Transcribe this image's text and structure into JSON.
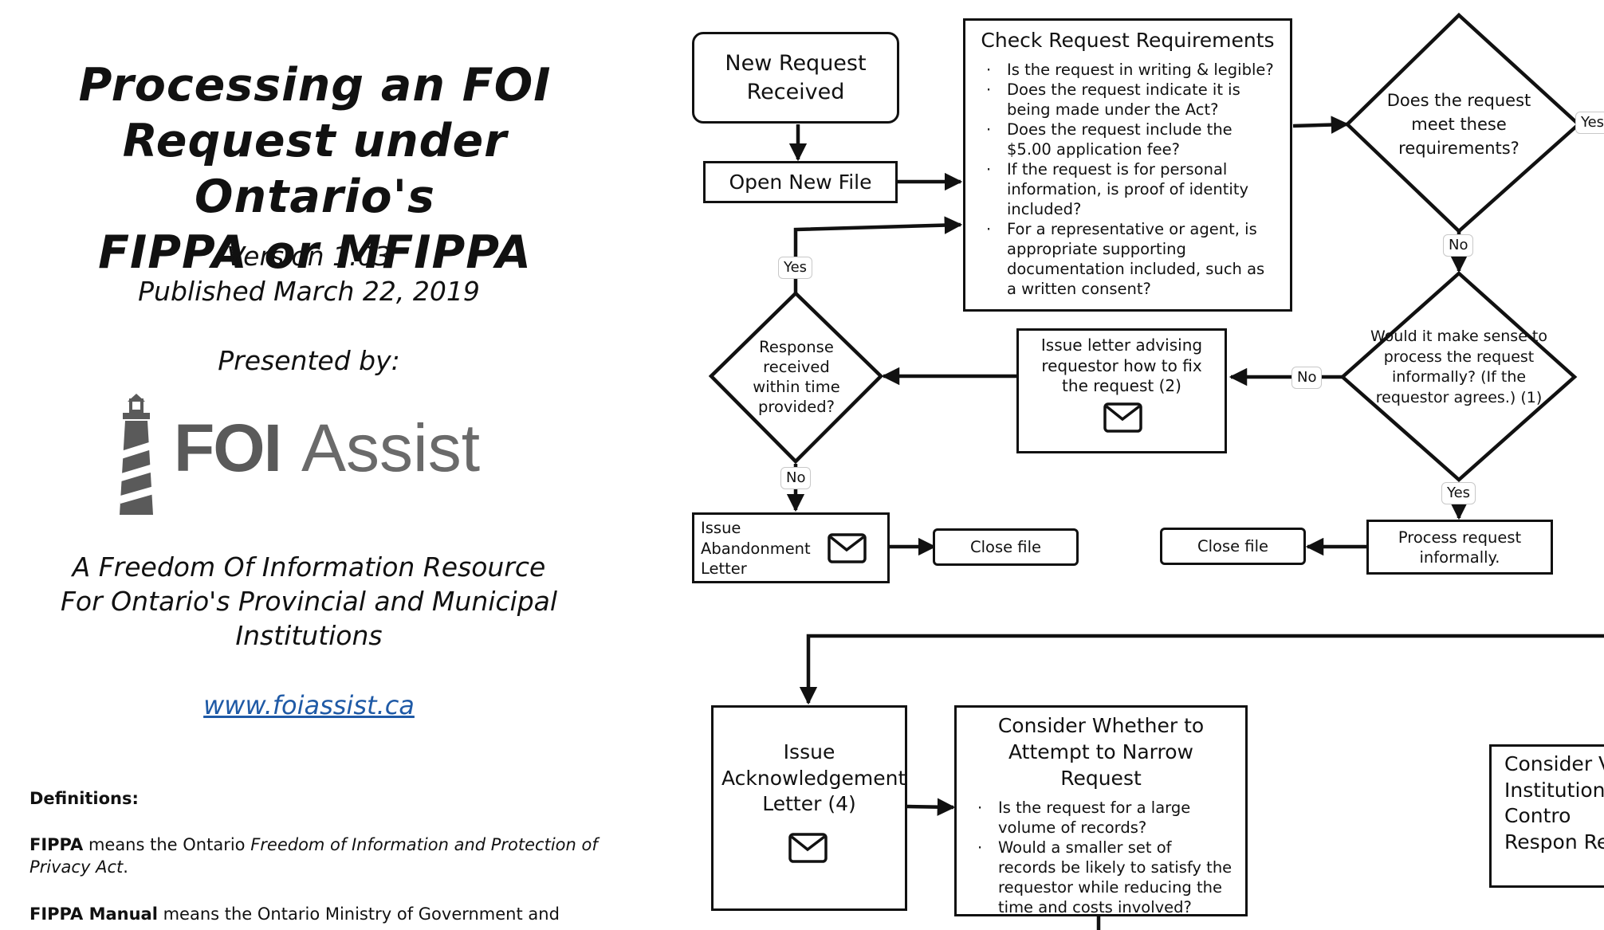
{
  "title": {
    "line1": "Processing an FOI",
    "line2": "Request under Ontario's",
    "line3": "FIPPA or MFIPPA"
  },
  "version": "Version 1.03",
  "published": "Published March 22, 2019",
  "presented_by": "Presented by:",
  "logo": {
    "text_bold": "FOI",
    "text_light": "Assist",
    "icon": "lighthouse-icon",
    "color": "#5a5a5a"
  },
  "tagline": {
    "line1": "A Freedom Of Information Resource",
    "line2": "For Ontario's Provincial and Municipal",
    "line3": "Institutions"
  },
  "website": "www.foiassist.ca",
  "definitions": {
    "heading": "Definitions:",
    "fippa_term": "FIPPA",
    "fippa_mid": " means the Ontario ",
    "fippa_name": "Freedom of Information and Protection of Privacy Act",
    "fippa_end": ".",
    "manual_term": "FIPPA Manual",
    "manual_text": " means the Ontario Ministry of Government and"
  },
  "flow": {
    "new_request": "New Request Received",
    "open_file": "Open New File",
    "check_req": {
      "title": "Check Request Requirements",
      "items": [
        "Is the request in writing & legible?",
        "Does the request indicate it is being made under the Act?",
        "Does the request include the $5.00 application fee?",
        "If the request is for personal information, is proof of identity included?",
        "For a representative or agent, is appropriate supporting documentation included, such as a written consent?"
      ]
    },
    "meet_req": "Does the request meet these requirements?",
    "informal": "Would it make sense to process the request informally? (If the requestor agrees.) (1)",
    "fix_letter": "Issue letter advising requestor how to fix the request (2)",
    "response_received": "Response received within time provided?",
    "abandonment": "Issue Abandonment Letter",
    "close_file_1": "Close file",
    "close_file_2": "Close file",
    "process_informally": "Process request informally.",
    "acknowledgement": "Issue Acknowledgement Letter (4)",
    "narrow": {
      "title": "Consider Whether to Attempt to Narrow Request",
      "items": [
        "Is the request for a large volume of records?",
        "Would a smaller set of records be likely to satisfy the requestor while reducing the time and costs involved?"
      ]
    },
    "consider_partial": "Consider V Institution or Contro Respon Re",
    "labels": {
      "yes_meet": "Yes",
      "no_meet": "No",
      "no_informal": "No",
      "yes_informal": "Yes",
      "yes_response": "Yes",
      "no_response": "No"
    }
  }
}
